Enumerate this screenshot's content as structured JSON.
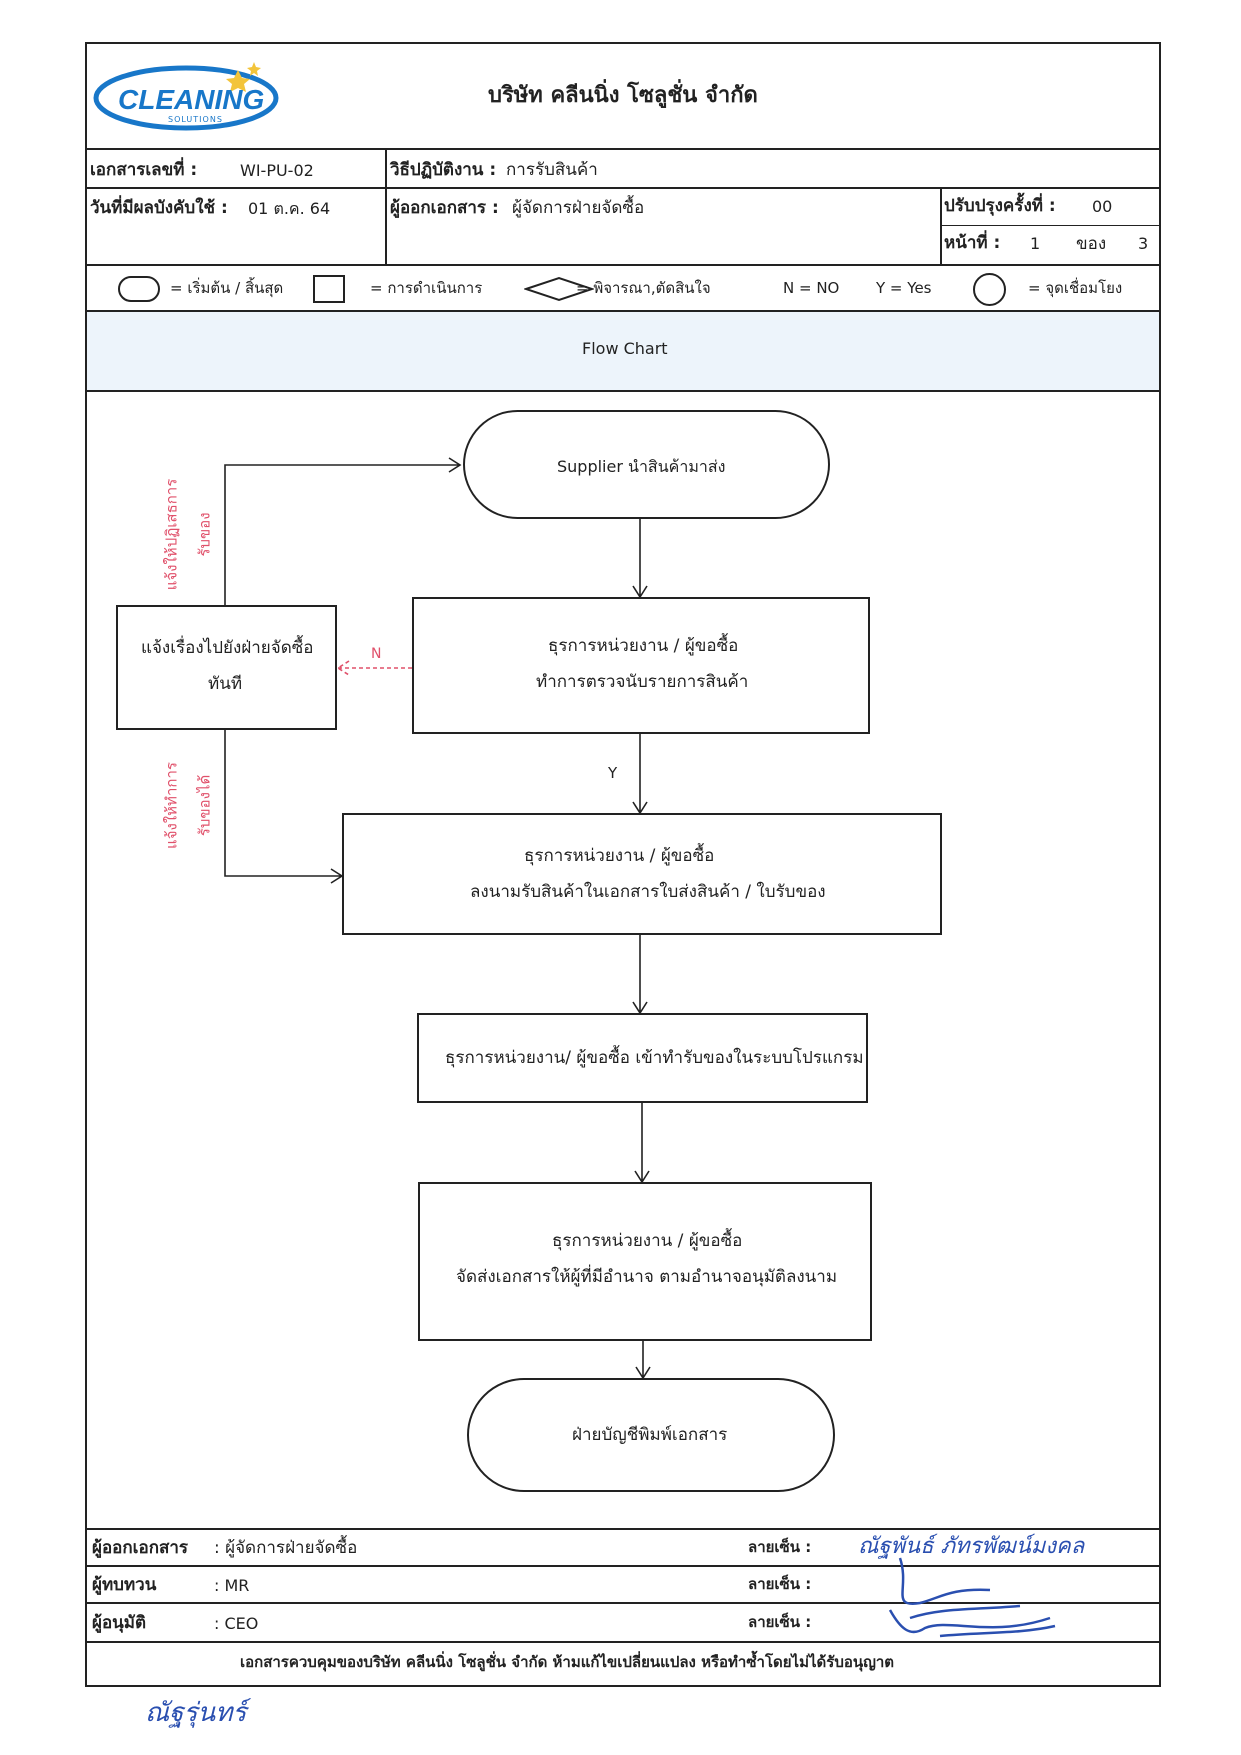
{
  "header": {
    "logo_text": "CLEANING",
    "logo_sub": "SOLUTIONS",
    "company_name": "บริษัท คลีนนิ่ง โซลูชั่น จำกัด"
  },
  "info": {
    "doc_no_label": "เอกสารเลขที่ :",
    "doc_no_value": "WI-PU-02",
    "procedure_label": "วิธีปฏิบัติงาน :",
    "procedure_value": "การรับสินค้า",
    "effective_label": "วันที่มีผลบังคับใช้ :",
    "effective_value": "01 ต.ค. 64",
    "issuer_label": "ผู้ออกเอกสาร :",
    "issuer_value": "ผู้จัดการฝ่ายจัดซื้อ",
    "revision_label": "ปรับปรุงครั้งที่ :",
    "revision_value": "00",
    "page_label": "หน้าที่ :",
    "page_value": "1",
    "page_of_label": "ของ",
    "page_total": "3"
  },
  "legend": {
    "terminal": "= เริ่มต้น / สิ้นสุด",
    "process": "= การดำเนินการ",
    "decision": "= พิจารณา,ตัดสินใจ",
    "no": "N = NO",
    "yes": "Y = Yes",
    "connector": "= จุดเชื่อมโยง"
  },
  "flowchart_title": "Flow Chart",
  "flow": {
    "start": "Supplier นำสินค้ามาส่ง",
    "check_line1": "ธุรการหน่วยงาน / ผู้ขอซื้อ",
    "check_line2": "ทำการตรวจนับรายการสินค้า",
    "notify_line1": "แจ้งเรื่องไปยังฝ่ายจัดซื้อ",
    "notify_line2": "ทันที",
    "n_label": "N",
    "y_label": "Y",
    "reject_note_line1": "แจ้งให้ปฏิเสธการ",
    "reject_note_line2": "รับของ",
    "accept_note_line1": "แจ้งให้ทำการ",
    "accept_note_line2": "รับของได้",
    "sign_line1": "ธุรการหน่วยงาน / ผู้ขอซื้อ",
    "sign_line2": "ลงนามรับสินค้าในเอกสารใบส่งสินค้า / ใบรับของ",
    "system": "ธุรการหน่วยงาน/ ผู้ขอซื้อ เข้าทำรับของในระบบโปรแกรม",
    "send_line1": "ธุรการหน่วยงาน / ผู้ขอซื้อ",
    "send_line2": "จัดส่งเอกสารให้ผู้ที่มีอำนาจ ตามอำนาจอนุมัติลงนาม",
    "end": "ฝ่ายบัญชีพิมพ์เอกสาร"
  },
  "footer": {
    "issuer_label": "ผู้ออกเอกสาร",
    "issuer_value": ": ผู้จัดการฝ่ายจัดซื้อ",
    "reviewer_label": "ผู้ทบทวน",
    "reviewer_value": ": MR",
    "approver_label": "ผู้อนุมัติ",
    "approver_value": ": CEO",
    "signature_label": "ลายเซ็น :",
    "control_notice": "เอกสารควบคุมของบริษัท คลีนนิ่ง โซลูชั่น จำกัด ห้ามแก้ไขเปลี่ยนแปลง หรือทำซ้ำโดยไม่ได้รับอนุญาต",
    "issuer_signature": "ณัฐพันธ์ ภัทรพัฒน์มงคล",
    "bottom_signature": "ณัฐรุ่นทร์"
  },
  "colors": {
    "line": "#222222",
    "note_red": "#e0506a",
    "legend_bg": "#edf4fb",
    "logo_blue": "#1877c9",
    "signature_blue": "#2a4fb0"
  }
}
